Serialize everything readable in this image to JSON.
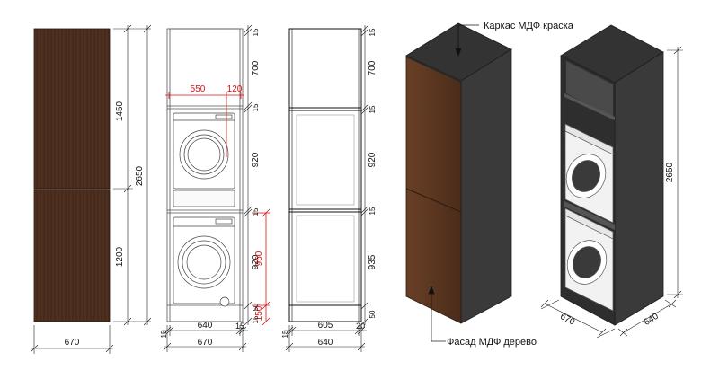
{
  "front_view": {
    "upper_height": "1450",
    "lower_height": "1200",
    "total_height": "2650",
    "width": "670",
    "facade_color": "#4a2c1d"
  },
  "section_view": {
    "segments_right": [
      "15",
      "700",
      "15",
      "920",
      "15",
      "920",
      "50",
      "15"
    ],
    "red_width": "550",
    "red_offset": "120",
    "red_height_950": "950",
    "red_height_150": "150",
    "bottom_widths": [
      "15",
      "640",
      "15"
    ],
    "total_width": "670"
  },
  "side_view": {
    "segments_right": [
      "15",
      "700",
      "15",
      "920",
      "15",
      "935",
      "50"
    ],
    "bottom_widths": [
      "15",
      "605",
      "20"
    ],
    "total_width": "640"
  },
  "iso_closed": {
    "label_top": "Каркас МДФ краска",
    "label_bottom": "Фасад МДФ дерево",
    "body_color": "#3a3a3a",
    "facade_color": "#5a3620"
  },
  "iso_open": {
    "height": "2650",
    "width_front": "670",
    "depth": "640"
  }
}
